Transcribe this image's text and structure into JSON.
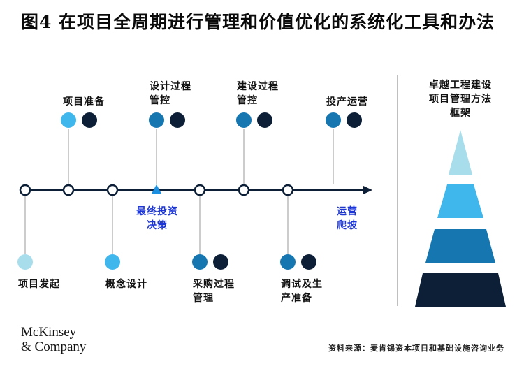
{
  "title": "图4 在项目全周期进行管理和价值优化的系统化工具和办法",
  "stages_above": [
    {
      "label_line1": "项目准备",
      "label_line2": ""
    },
    {
      "label_line1": "设计过程",
      "label_line2": "管控"
    },
    {
      "label_line1": "建设过程",
      "label_line2": "管控"
    },
    {
      "label_line1": "投产运营",
      "label_line2": ""
    }
  ],
  "stages_below": [
    {
      "label_line1": "项目发起",
      "label_line2": ""
    },
    {
      "label_line1": "概念设计",
      "label_line2": ""
    },
    {
      "label_line1": "采购过程",
      "label_line2": "管理"
    },
    {
      "label_line1": "调试及生",
      "label_line2": "产准备"
    }
  ],
  "milestones": [
    {
      "line1": "最终投资",
      "line2": "决策"
    },
    {
      "line1": "运营",
      "line2": "爬坡"
    }
  ],
  "framework": {
    "title_line1": "卓越工程建设",
    "title_line2": "项目管理方法",
    "title_line3": "框架"
  },
  "colors": {
    "light": "#a8ddec",
    "sky": "#3fb7ec",
    "mid": "#1576b0",
    "navy": "#0c1f36",
    "milestone": "#1b35d6"
  },
  "logo_line1": "McKinsey",
  "logo_line2": "& Company",
  "source": "资料来源：麦肯锡资本项目和基础设施咨询业务"
}
